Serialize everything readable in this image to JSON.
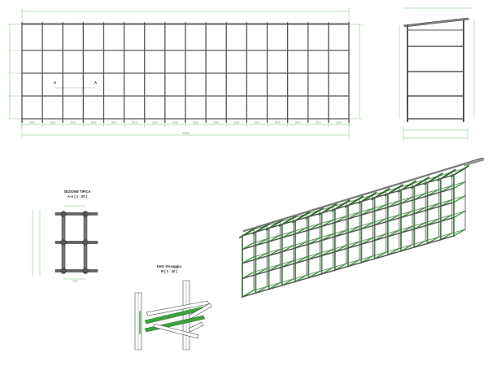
{
  "colors": {
    "steel": "#555555",
    "steel_dark": "#333333",
    "dimension": "#39a839",
    "beam_green": "#3da33d",
    "beam_green_dark": "#1f6f1f",
    "background": "#ffffff"
  },
  "elevation": {
    "bays": 16,
    "levels": 4,
    "section_mark_left": "A",
    "section_mark_right": "A",
    "bay_dim": "2510",
    "total_dim": "40160"
  },
  "side_view": {
    "levels": 4
  },
  "section_detail": {
    "title_line1": "SEZIONE TIPICA",
    "title_line2": "A-A ( 1 : 20 )",
    "width_dim": "1200"
  },
  "connection_detail": {
    "title_line1": "Dett. Fissaggio",
    "title_line2": "B ( 1 : 10 )"
  },
  "isometric": {
    "bays": 16,
    "levels": 4
  }
}
